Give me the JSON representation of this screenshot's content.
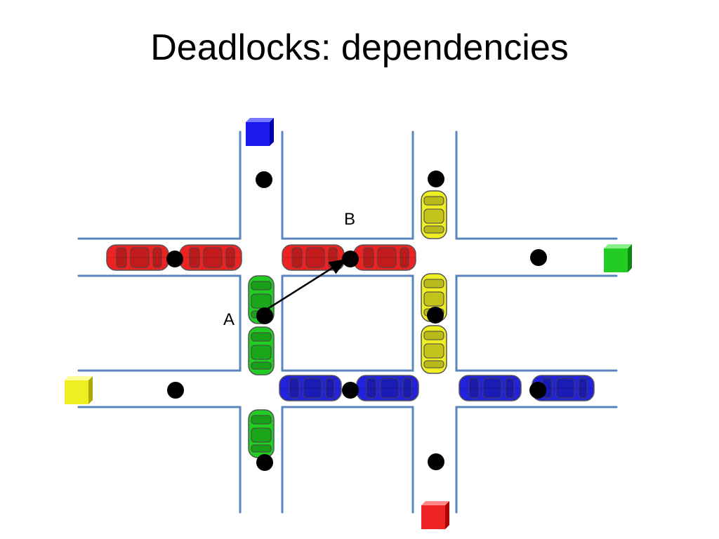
{
  "slide": {
    "title": "Deadlocks: dependencies"
  },
  "labels": {
    "a": "A",
    "b": "B"
  },
  "colors": {
    "road_edge": "#5a84bd",
    "red": "#ee2222",
    "green": "#22cc22",
    "blue": "#2222dd",
    "yellow": "#eeee22",
    "node": "#000000"
  }
}
